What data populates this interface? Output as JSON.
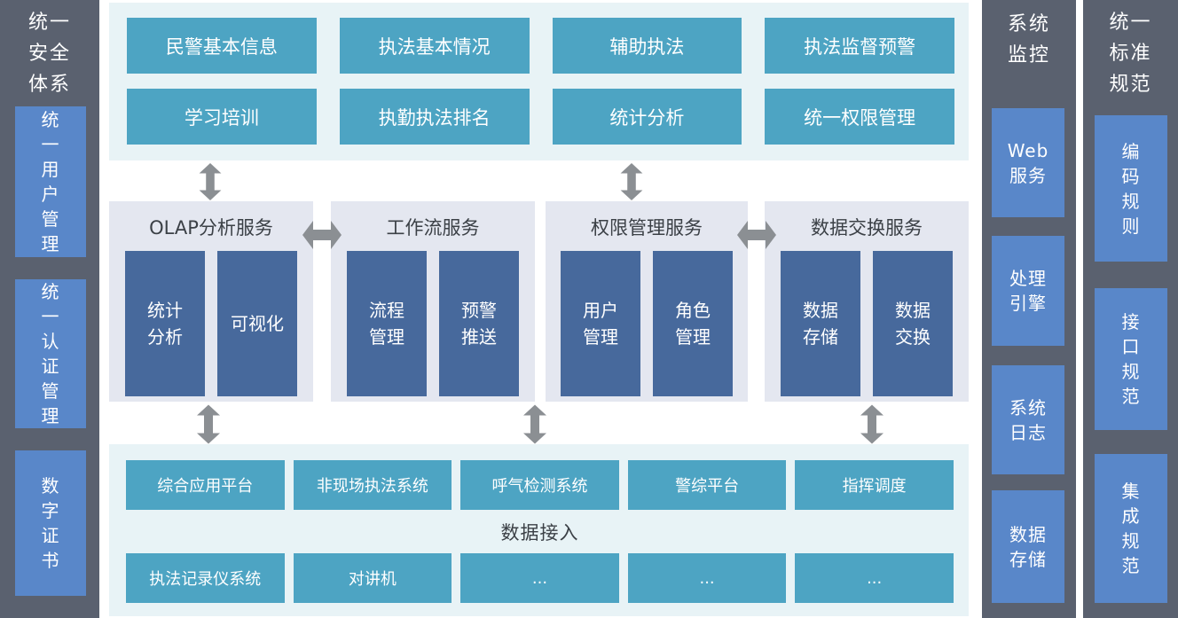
{
  "colors": {
    "sidebar_gray": "#5a616f",
    "sidebar_blue": "#5987c9",
    "teal_panel": "#e8f3f6",
    "teal_box": "#4da4c3",
    "service_panel": "#e4e7f0",
    "service_box": "#47699c",
    "arrow_gray": "#8b8f93",
    "dark_text": "#3b4046"
  },
  "left_sidebar": {
    "title": "统一\n安全\n体系",
    "items": [
      "统\n一\n用\n户\n管\n理",
      "统\n一\n认\n证\n管\n理",
      "数\n字\n证\n书"
    ]
  },
  "app_layer": {
    "rows": [
      [
        "民警基本信息",
        "执法基本情况",
        "辅助执法",
        "执法监督预警"
      ],
      [
        "学习培训",
        "执勤执法排名",
        "统计分析",
        "统一权限管理"
      ]
    ]
  },
  "service_layer": {
    "groups": [
      {
        "title": "OLAP分析服务",
        "items": [
          "统计\n分析",
          "可视化"
        ]
      },
      {
        "title": "工作流服务",
        "items": [
          "流程\n管理",
          "预警\n推送"
        ]
      },
      {
        "title": "权限管理服务",
        "items": [
          "用户\n管理",
          "角色\n管理"
        ]
      },
      {
        "title": "数据交换服务",
        "items": [
          "数据\n存储",
          "数据\n交换"
        ]
      }
    ]
  },
  "access_layer": {
    "row1": [
      "综合应用平台",
      "非现场执法系统",
      "呼气检测系统",
      "警综平台",
      "指挥调度"
    ],
    "label": "数据接入",
    "row2": [
      "执法记录仪系统",
      "对讲机",
      "...",
      "...",
      "..."
    ]
  },
  "monitor_sidebar": {
    "title": "系统\n监控",
    "items": [
      "Web\n服务",
      "处理\n引擎",
      "系统\n日志",
      "数据\n存储"
    ]
  },
  "standard_sidebar": {
    "title": "统一\n标准\n规范",
    "items": [
      "编\n码\n规\n则",
      "接\n口\n规\n范",
      "集\n成\n规\n范"
    ]
  }
}
